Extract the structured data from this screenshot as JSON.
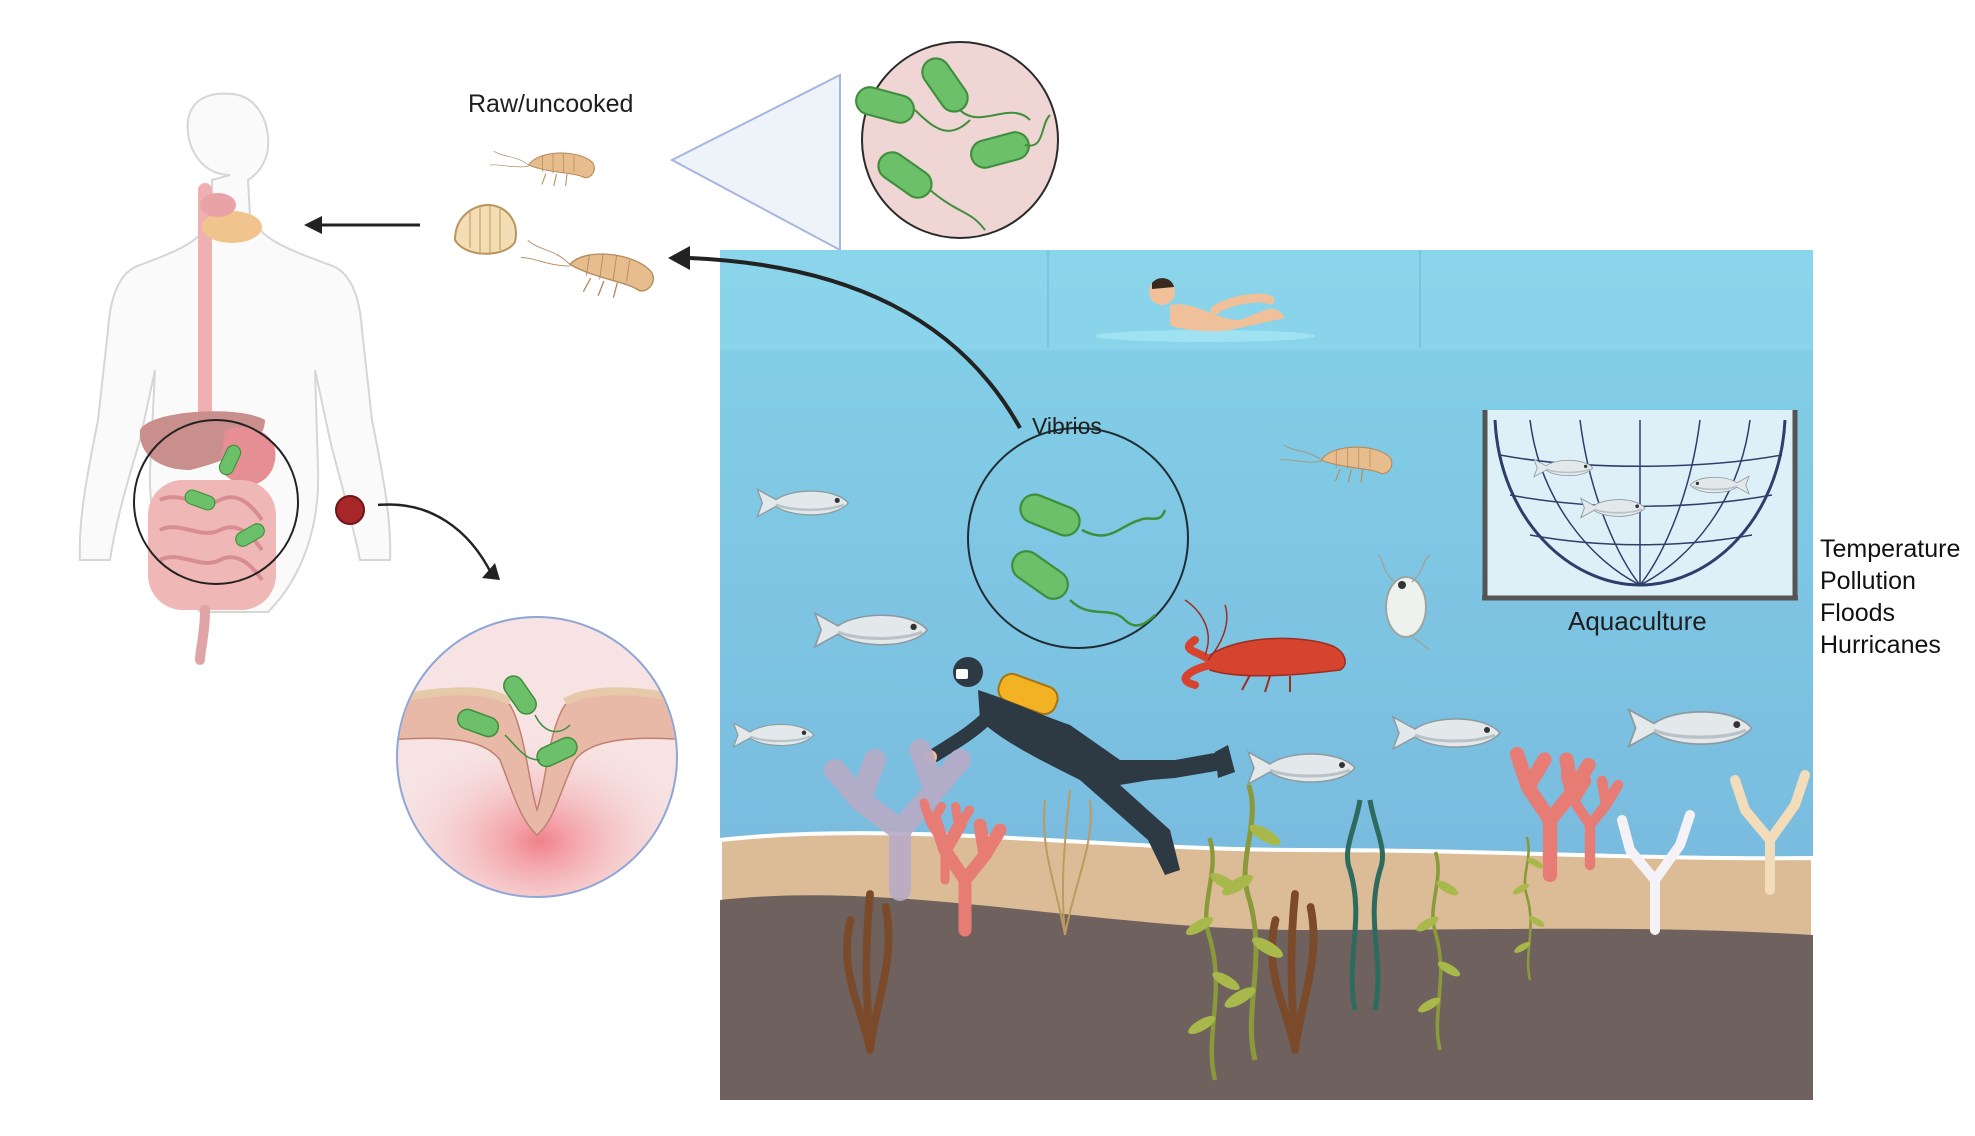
{
  "labels": {
    "raw_uncooked": "Raw/uncooked",
    "vibrios": "Vibrios",
    "aquaculture": "Aquaculture"
  },
  "factors": [
    "Temperature",
    "Pollution",
    "Floods",
    "Hurricanes"
  ],
  "icons": [
    "human-body-icon",
    "digestive-tract-icon",
    "stomach-icon",
    "intestine-icon",
    "wound-icon",
    "skin-infection-zoom-icon",
    "bacteria-icon",
    "amphipod-icon",
    "clam-icon",
    "shrimp-icon",
    "swimmer-icon",
    "diver-icon",
    "fish-icon",
    "crayfish-icon",
    "zooplankton-icon",
    "aquaculture-net-icon",
    "coral-icon",
    "seaweed-icon"
  ],
  "colors": {
    "bacteria": "#6cc06a",
    "bacteria_outline": "#3f8e3c",
    "water_top": "#7fcde6",
    "water_bottom": "#7ab7dc",
    "sand": "#dcbc97",
    "seabed": "#6f625e",
    "zoom_bg": "#f0d5d5",
    "coral_pink": "#e67c74",
    "human_outline": "#c9c9c9",
    "gut": "#e9a3a6"
  }
}
